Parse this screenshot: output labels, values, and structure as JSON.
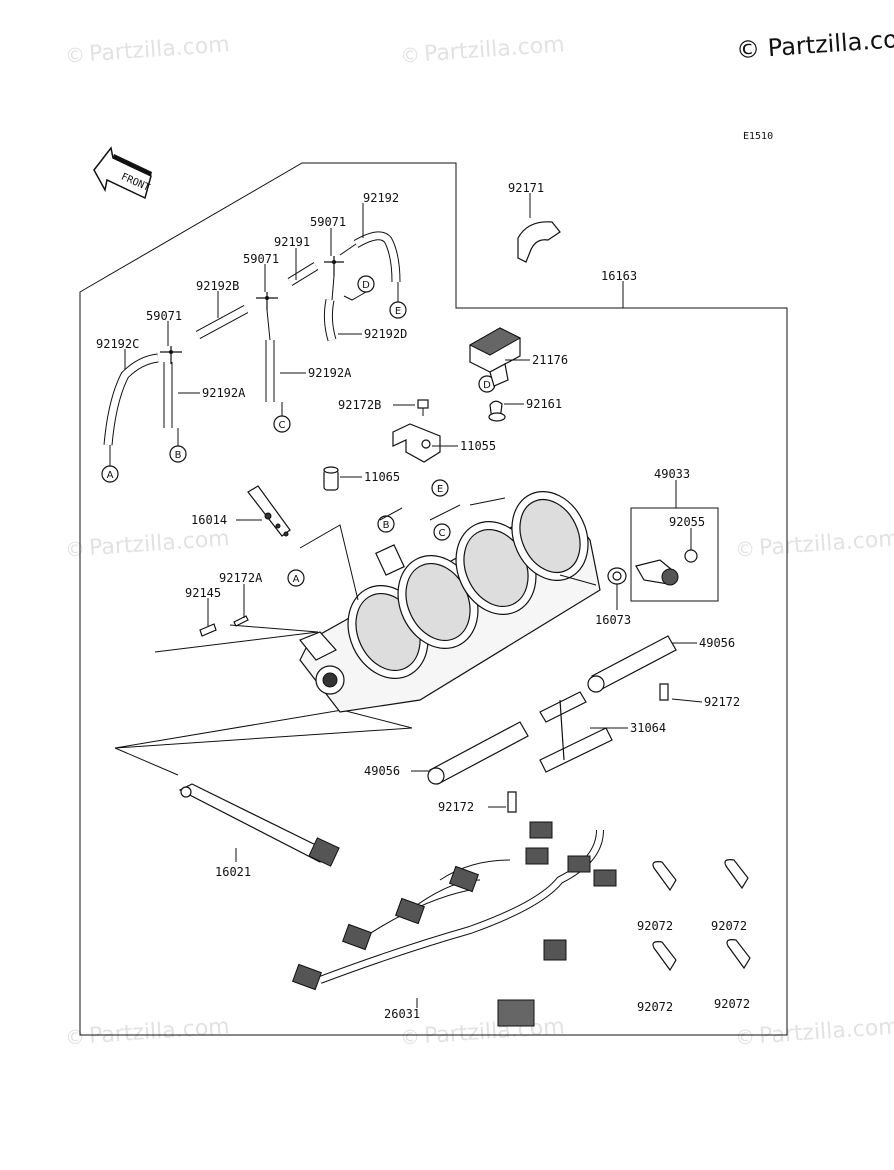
{
  "watermark_text": "Partzilla.com",
  "copyright": "© Partzilla.com",
  "diagram_code": "E1510",
  "front_label": "FRONT",
  "connectors": [
    "A",
    "B",
    "C",
    "D",
    "E"
  ],
  "parts": [
    {
      "id": "p-92192",
      "label": "92192"
    },
    {
      "id": "p-92171",
      "label": "92171"
    },
    {
      "id": "p-59071-top",
      "label": "59071"
    },
    {
      "id": "p-92191",
      "label": "92191"
    },
    {
      "id": "p-59071-mid",
      "label": "59071"
    },
    {
      "id": "p-16163",
      "label": "16163"
    },
    {
      "id": "p-92192b",
      "label": "92192B"
    },
    {
      "id": "p-59071-left",
      "label": "59071"
    },
    {
      "id": "p-92192d",
      "label": "92192D"
    },
    {
      "id": "p-92192c",
      "label": "92192C"
    },
    {
      "id": "p-21176",
      "label": "21176"
    },
    {
      "id": "p-92192a-right",
      "label": "92192A"
    },
    {
      "id": "p-92192a-left",
      "label": "92192A"
    },
    {
      "id": "p-92172b",
      "label": "92172B"
    },
    {
      "id": "p-92161",
      "label": "92161"
    },
    {
      "id": "p-11055",
      "label": "11055"
    },
    {
      "id": "p-11065",
      "label": "11065"
    },
    {
      "id": "p-49033",
      "label": "49033"
    },
    {
      "id": "p-16014",
      "label": "16014"
    },
    {
      "id": "p-92055",
      "label": "92055"
    },
    {
      "id": "p-92172a",
      "label": "92172A"
    },
    {
      "id": "p-92145",
      "label": "92145"
    },
    {
      "id": "p-16073",
      "label": "16073"
    },
    {
      "id": "p-49056-right",
      "label": "49056"
    },
    {
      "id": "p-92172-right",
      "label": "92172"
    },
    {
      "id": "p-31064",
      "label": "31064"
    },
    {
      "id": "p-49056-left",
      "label": "49056"
    },
    {
      "id": "p-92172-bottom",
      "label": "92172"
    },
    {
      "id": "p-16021",
      "label": "16021"
    },
    {
      "id": "p-92072-1",
      "label": "92072"
    },
    {
      "id": "p-92072-2",
      "label": "92072"
    },
    {
      "id": "p-92072-3",
      "label": "92072"
    },
    {
      "id": "p-92072-4",
      "label": "92072"
    },
    {
      "id": "p-26031",
      "label": "26031"
    }
  ]
}
